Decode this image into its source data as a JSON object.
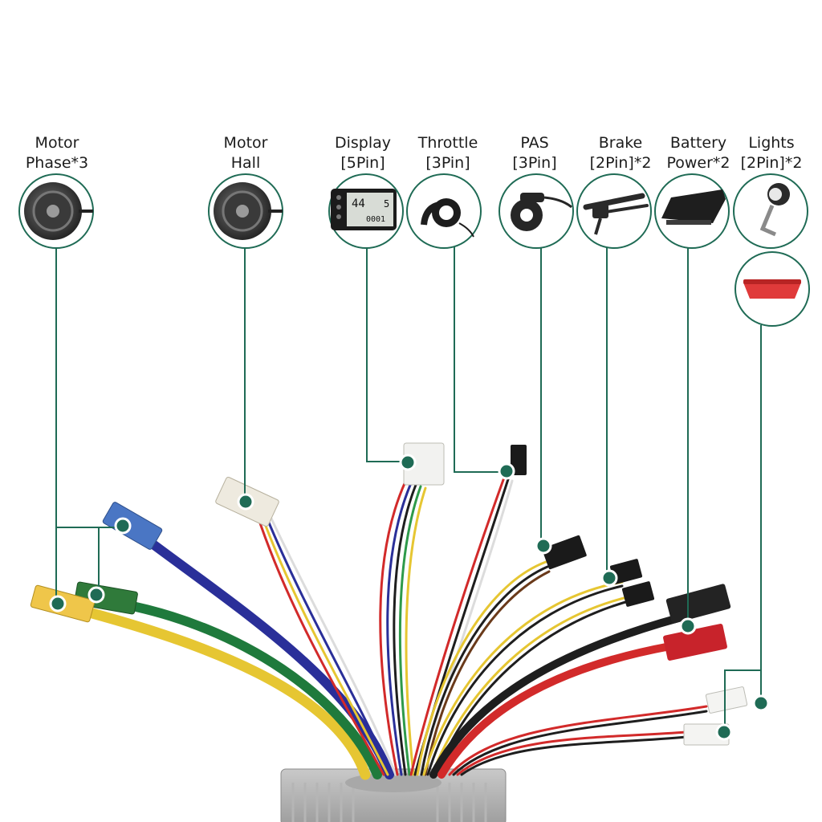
{
  "colors": {
    "accent": "#1f6b55",
    "background": "#ffffff"
  },
  "components": [
    {
      "id": "motor-phase",
      "line1": "Motor",
      "line2": "Phase*3",
      "icon": "hub-motor-icon"
    },
    {
      "id": "motor-hall",
      "line1": "Motor",
      "line2": "Hall",
      "icon": "hub-motor-icon"
    },
    {
      "id": "display",
      "line1": "Display",
      "line2": "[5Pin]",
      "icon": "lcd-display-icon",
      "screen": {
        "speed": "44",
        "level": "5",
        "odometer": "0001"
      }
    },
    {
      "id": "throttle",
      "line1": "Throttle",
      "line2": "[3Pin]",
      "icon": "thumb-throttle-icon"
    },
    {
      "id": "pas",
      "line1": "PAS",
      "line2": "[3Pin]",
      "icon": "pas-sensor-icon"
    },
    {
      "id": "brake",
      "line1": "Brake",
      "line2": "[2Pin]*2",
      "icon": "brake-lever-icon"
    },
    {
      "id": "battery",
      "line1": "Battery",
      "line2": "Power*2",
      "icon": "battery-pack-icon"
    },
    {
      "id": "lights",
      "line1": "Lights",
      "line2": "[2Pin]*2",
      "icon": "headlight-icon",
      "extra_icon": "tail-light-icon"
    }
  ],
  "wire_colors": {
    "yellow": "#e6c632",
    "green": "#1f7a3c",
    "blue": "#2a2f99",
    "red": "#d22a2a",
    "black": "#1e1e1e",
    "white": "#e8e8e8",
    "gray": "#9a9a9a",
    "brown": "#6a3a1a"
  }
}
